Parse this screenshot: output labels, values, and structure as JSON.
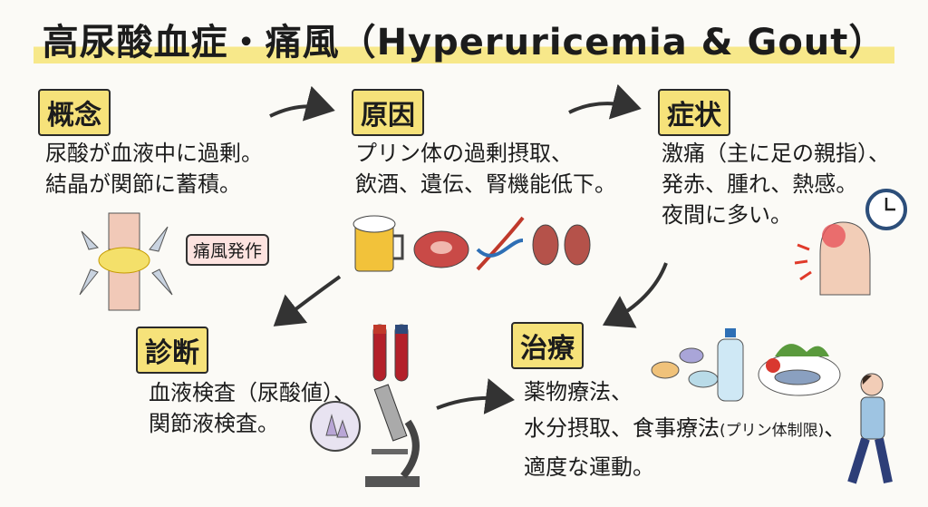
{
  "title": "高尿酸血症・痛風（Hyperuricemia & Gout）",
  "sections": {
    "concept": {
      "label": "概念",
      "lines": [
        "尿酸が血液中に過剰。",
        "結晶が関節に蓄積。"
      ],
      "tag": "痛風発作"
    },
    "cause": {
      "label": "原因",
      "lines": [
        "プリン体の過剰摂取、",
        "飲酒、遺伝、腎機能低下。"
      ]
    },
    "symptom": {
      "label": "症状",
      "lines": [
        "激痛（主に足の親指）、",
        "発赤、腫れ、熱感。",
        "夜間に多い。"
      ]
    },
    "diagnosis": {
      "label": "診断",
      "lines": [
        "血液検査（尿酸値）、",
        "関節液検査。"
      ]
    },
    "treatment": {
      "label": "治療",
      "line1": "薬物療法、",
      "line2a": "水分摂取、食事療法",
      "line2b": "(プリン体制限)",
      "line2c": "、",
      "line3": "適度な運動。"
    }
  },
  "colors": {
    "highlight": "#f6e27a",
    "arrow": "#333333",
    "blood": "#b3202a"
  }
}
